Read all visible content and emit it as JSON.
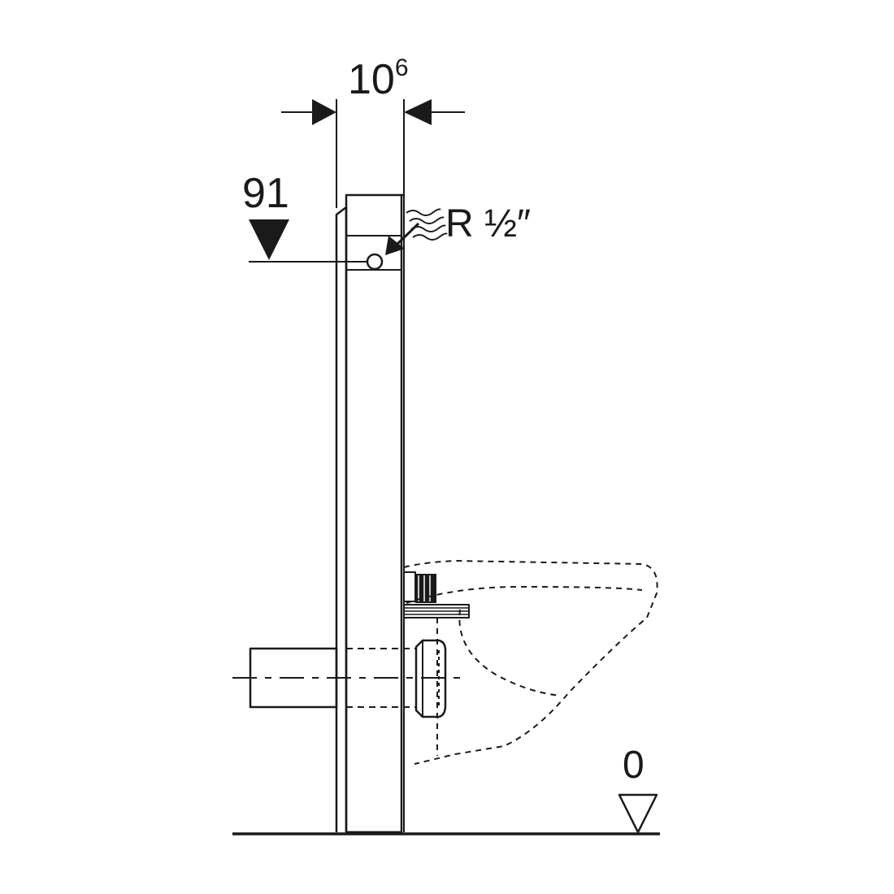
{
  "dimensions": {
    "width_main": "10",
    "width_sup": "6",
    "connection_height": "91",
    "floor_level": "0"
  },
  "connection": {
    "thread_label": "R ½″"
  }
}
